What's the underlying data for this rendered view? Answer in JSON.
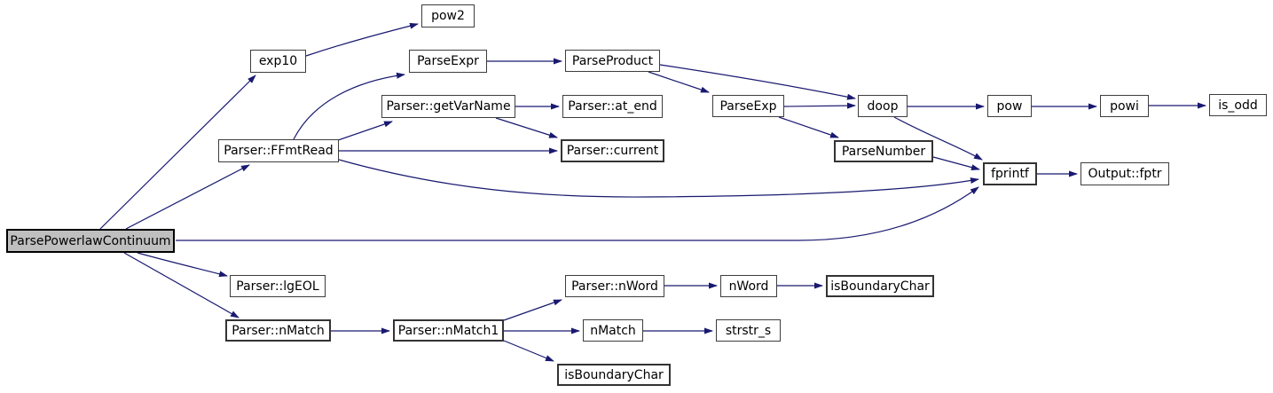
{
  "diagram": {
    "type": "doxygen-call-graph",
    "root_function": "ParsePowerlawContinuum",
    "colors": {
      "background": "#ffffff",
      "edge": "#191970",
      "node_fill": "#ffffff",
      "node_border": "#3d3d3d",
      "root_fill": "#bfbfbf",
      "root_border": "#000000",
      "text": "#000000"
    },
    "nodes": [
      {
        "id": "ParsePowerlawContinuum",
        "label": "ParsePowerlawContinuum",
        "role": "root"
      },
      {
        "id": "exp10",
        "label": "exp10"
      },
      {
        "id": "pow2",
        "label": "pow2"
      },
      {
        "id": "ParseExpr",
        "label": "ParseExpr"
      },
      {
        "id": "ParseProduct",
        "label": "ParseProduct"
      },
      {
        "id": "Parser::getVarName",
        "label": "Parser::getVarName"
      },
      {
        "id": "Parser::at_end",
        "label": "Parser::at_end"
      },
      {
        "id": "ParseExp",
        "label": "ParseExp"
      },
      {
        "id": "doop",
        "label": "doop"
      },
      {
        "id": "pow",
        "label": "pow"
      },
      {
        "id": "powi",
        "label": "powi"
      },
      {
        "id": "is_odd",
        "label": "is_odd"
      },
      {
        "id": "Parser::FFmtRead",
        "label": "Parser::FFmtRead"
      },
      {
        "id": "Parser::current",
        "label": "Parser::current"
      },
      {
        "id": "ParseNumber",
        "label": "ParseNumber"
      },
      {
        "id": "fprintf",
        "label": "fprintf"
      },
      {
        "id": "Output::fptr",
        "label": "Output::fptr"
      },
      {
        "id": "Parser::lgEOL",
        "label": "Parser::lgEOL"
      },
      {
        "id": "Parser::nMatch",
        "label": "Parser::nMatch"
      },
      {
        "id": "Parser::nMatch1",
        "label": "Parser::nMatch1"
      },
      {
        "id": "Parser::nWord",
        "label": "Parser::nWord"
      },
      {
        "id": "nWord",
        "label": "nWord"
      },
      {
        "id": "isBoundaryChar",
        "label": "isBoundaryChar"
      },
      {
        "id": "nMatch",
        "label": "nMatch"
      },
      {
        "id": "strstr_s",
        "label": "strstr_s"
      },
      {
        "id": "isBoundaryChar#2",
        "label": "isBoundaryChar"
      }
    ],
    "edges": [
      {
        "from": "ParsePowerlawContinuum",
        "to": "exp10"
      },
      {
        "from": "ParsePowerlawContinuum",
        "to": "Parser::FFmtRead"
      },
      {
        "from": "ParsePowerlawContinuum",
        "to": "fprintf"
      },
      {
        "from": "ParsePowerlawContinuum",
        "to": "Parser::lgEOL"
      },
      {
        "from": "ParsePowerlawContinuum",
        "to": "Parser::nMatch"
      },
      {
        "from": "exp10",
        "to": "pow2"
      },
      {
        "from": "Parser::FFmtRead",
        "to": "ParseExpr"
      },
      {
        "from": "Parser::FFmtRead",
        "to": "Parser::getVarName"
      },
      {
        "from": "Parser::FFmtRead",
        "to": "Parser::current"
      },
      {
        "from": "Parser::FFmtRead",
        "to": "fprintf"
      },
      {
        "from": "ParseExpr",
        "to": "ParseProduct"
      },
      {
        "from": "ParseProduct",
        "to": "ParseExp"
      },
      {
        "from": "ParseProduct",
        "to": "doop"
      },
      {
        "from": "Parser::getVarName",
        "to": "Parser::at_end"
      },
      {
        "from": "Parser::getVarName",
        "to": "Parser::current"
      },
      {
        "from": "ParseExp",
        "to": "doop"
      },
      {
        "from": "ParseExp",
        "to": "ParseNumber"
      },
      {
        "from": "ParseNumber",
        "to": "fprintf"
      },
      {
        "from": "doop",
        "to": "pow"
      },
      {
        "from": "doop",
        "to": "fprintf"
      },
      {
        "from": "pow",
        "to": "powi"
      },
      {
        "from": "powi",
        "to": "is_odd"
      },
      {
        "from": "fprintf",
        "to": "Output::fptr"
      },
      {
        "from": "Parser::nMatch",
        "to": "Parser::nMatch1"
      },
      {
        "from": "Parser::nMatch1",
        "to": "Parser::nWord"
      },
      {
        "from": "Parser::nMatch1",
        "to": "nMatch"
      },
      {
        "from": "Parser::nMatch1",
        "to": "isBoundaryChar#2"
      },
      {
        "from": "Parser::nWord",
        "to": "nWord"
      },
      {
        "from": "nWord",
        "to": "isBoundaryChar"
      },
      {
        "from": "nMatch",
        "to": "strstr_s"
      }
    ]
  }
}
